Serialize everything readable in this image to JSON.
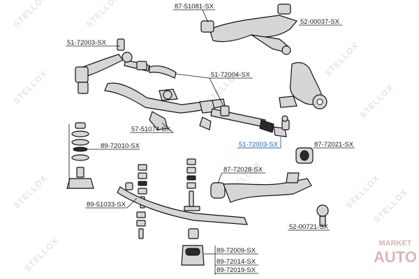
{
  "watermark": {
    "text": "STELLOX"
  },
  "labels": {
    "top_center": "87-51081-SX",
    "top_right": "52-00037-SX",
    "left_top": "51-72003-SX",
    "center_right": "51-72004-SX",
    "left_mid": "57-51074-SX",
    "left_stack": "89-72010-SX",
    "highlighted": "51-72003-SX",
    "right_mid": "87-72021-SX",
    "center": "87-72028-SX",
    "left_bottom": "89-51033-SX",
    "right_bottom": "52-00721-SX",
    "bottom_1": "89-72009-SX",
    "bottom_2": "89-72014-SX",
    "bottom_3": "89-72019-SX"
  },
  "badge": {
    "line1": "MARKET",
    "line2": "AUTO"
  },
  "colors": {
    "highlight": "#1f5fb0",
    "badge": "#c9a0a0",
    "watermark": "#e4e4e4"
  }
}
